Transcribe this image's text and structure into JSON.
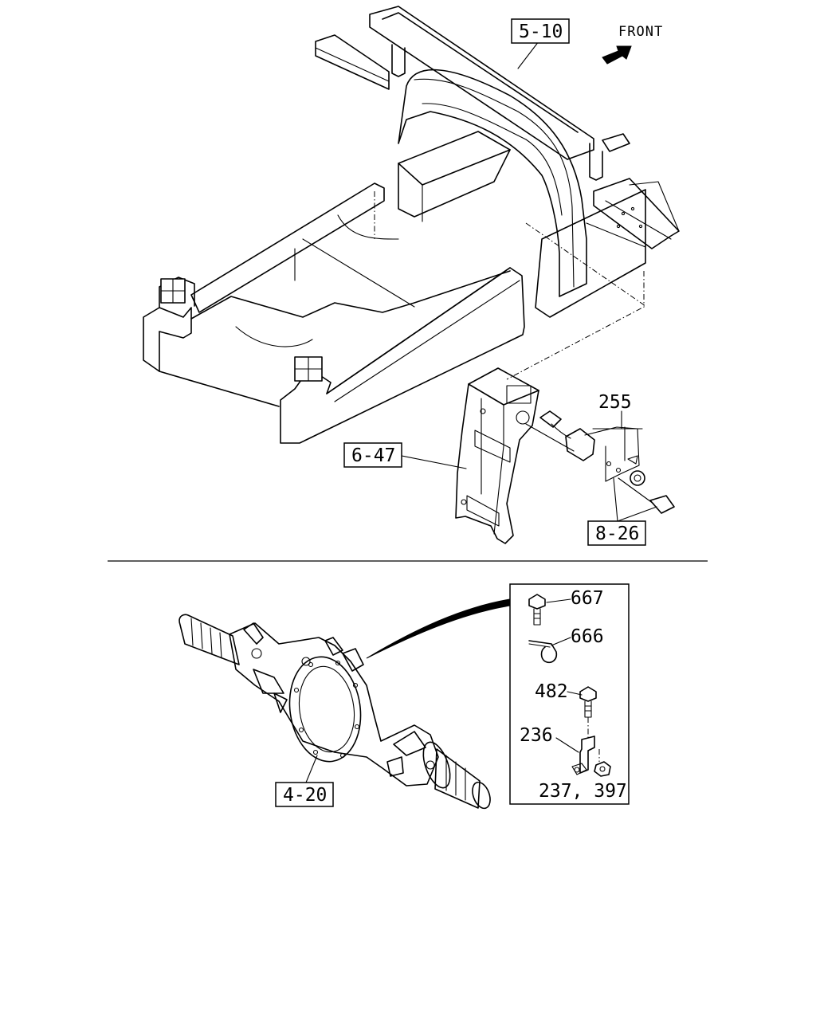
{
  "orientation": {
    "front_label": "FRONT"
  },
  "references": {
    "frame": "5-10",
    "bracket": "6-47",
    "harness": "8-26",
    "axle": "4-20"
  },
  "parts": {
    "sensor": "255",
    "bolt_667": "667",
    "clip_666": "666",
    "bolt_482": "482",
    "bracket_236": "236",
    "nuts": "237, 397"
  }
}
